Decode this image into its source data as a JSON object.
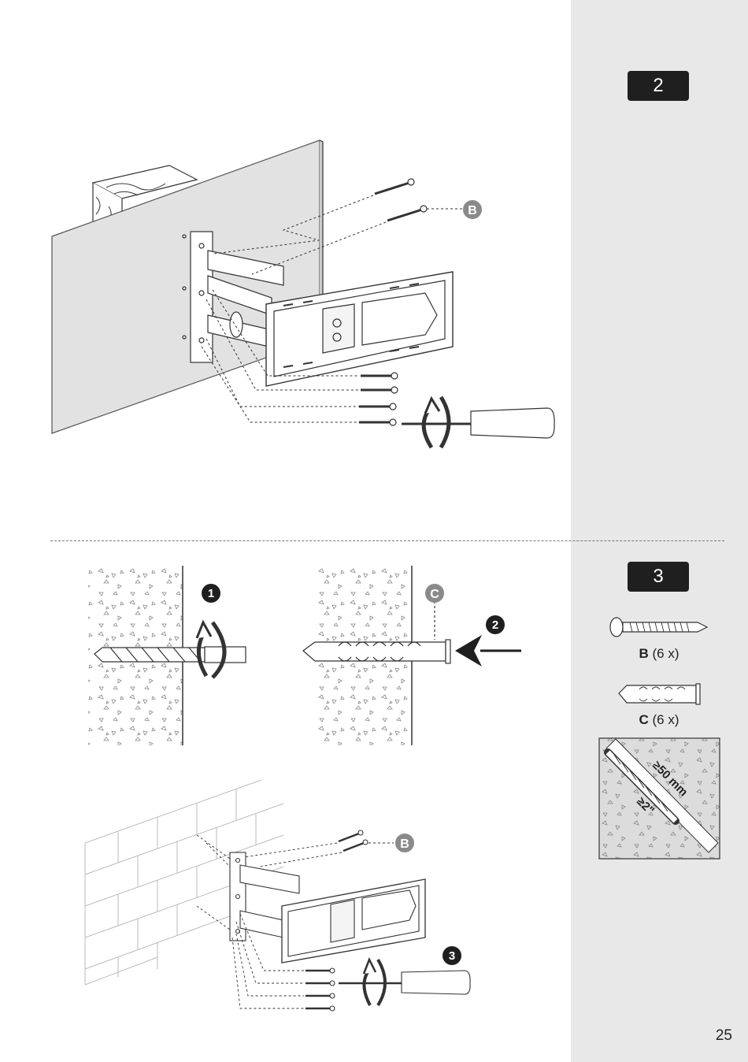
{
  "steps": {
    "step2": {
      "badge": "2",
      "hardware_callout": "B"
    },
    "step3": {
      "badge": "3",
      "sub_steps": [
        "1",
        "2",
        "3"
      ],
      "anchor_callout": "C",
      "screw_callout": "B",
      "parts": [
        {
          "letter": "B",
          "qty": "(6 x)"
        },
        {
          "letter": "C",
          "qty": "(6 x)"
        }
      ],
      "drill_depth_metric": "≥50 mm",
      "drill_depth_imperial": "≥2\""
    }
  },
  "page_number": "25"
}
